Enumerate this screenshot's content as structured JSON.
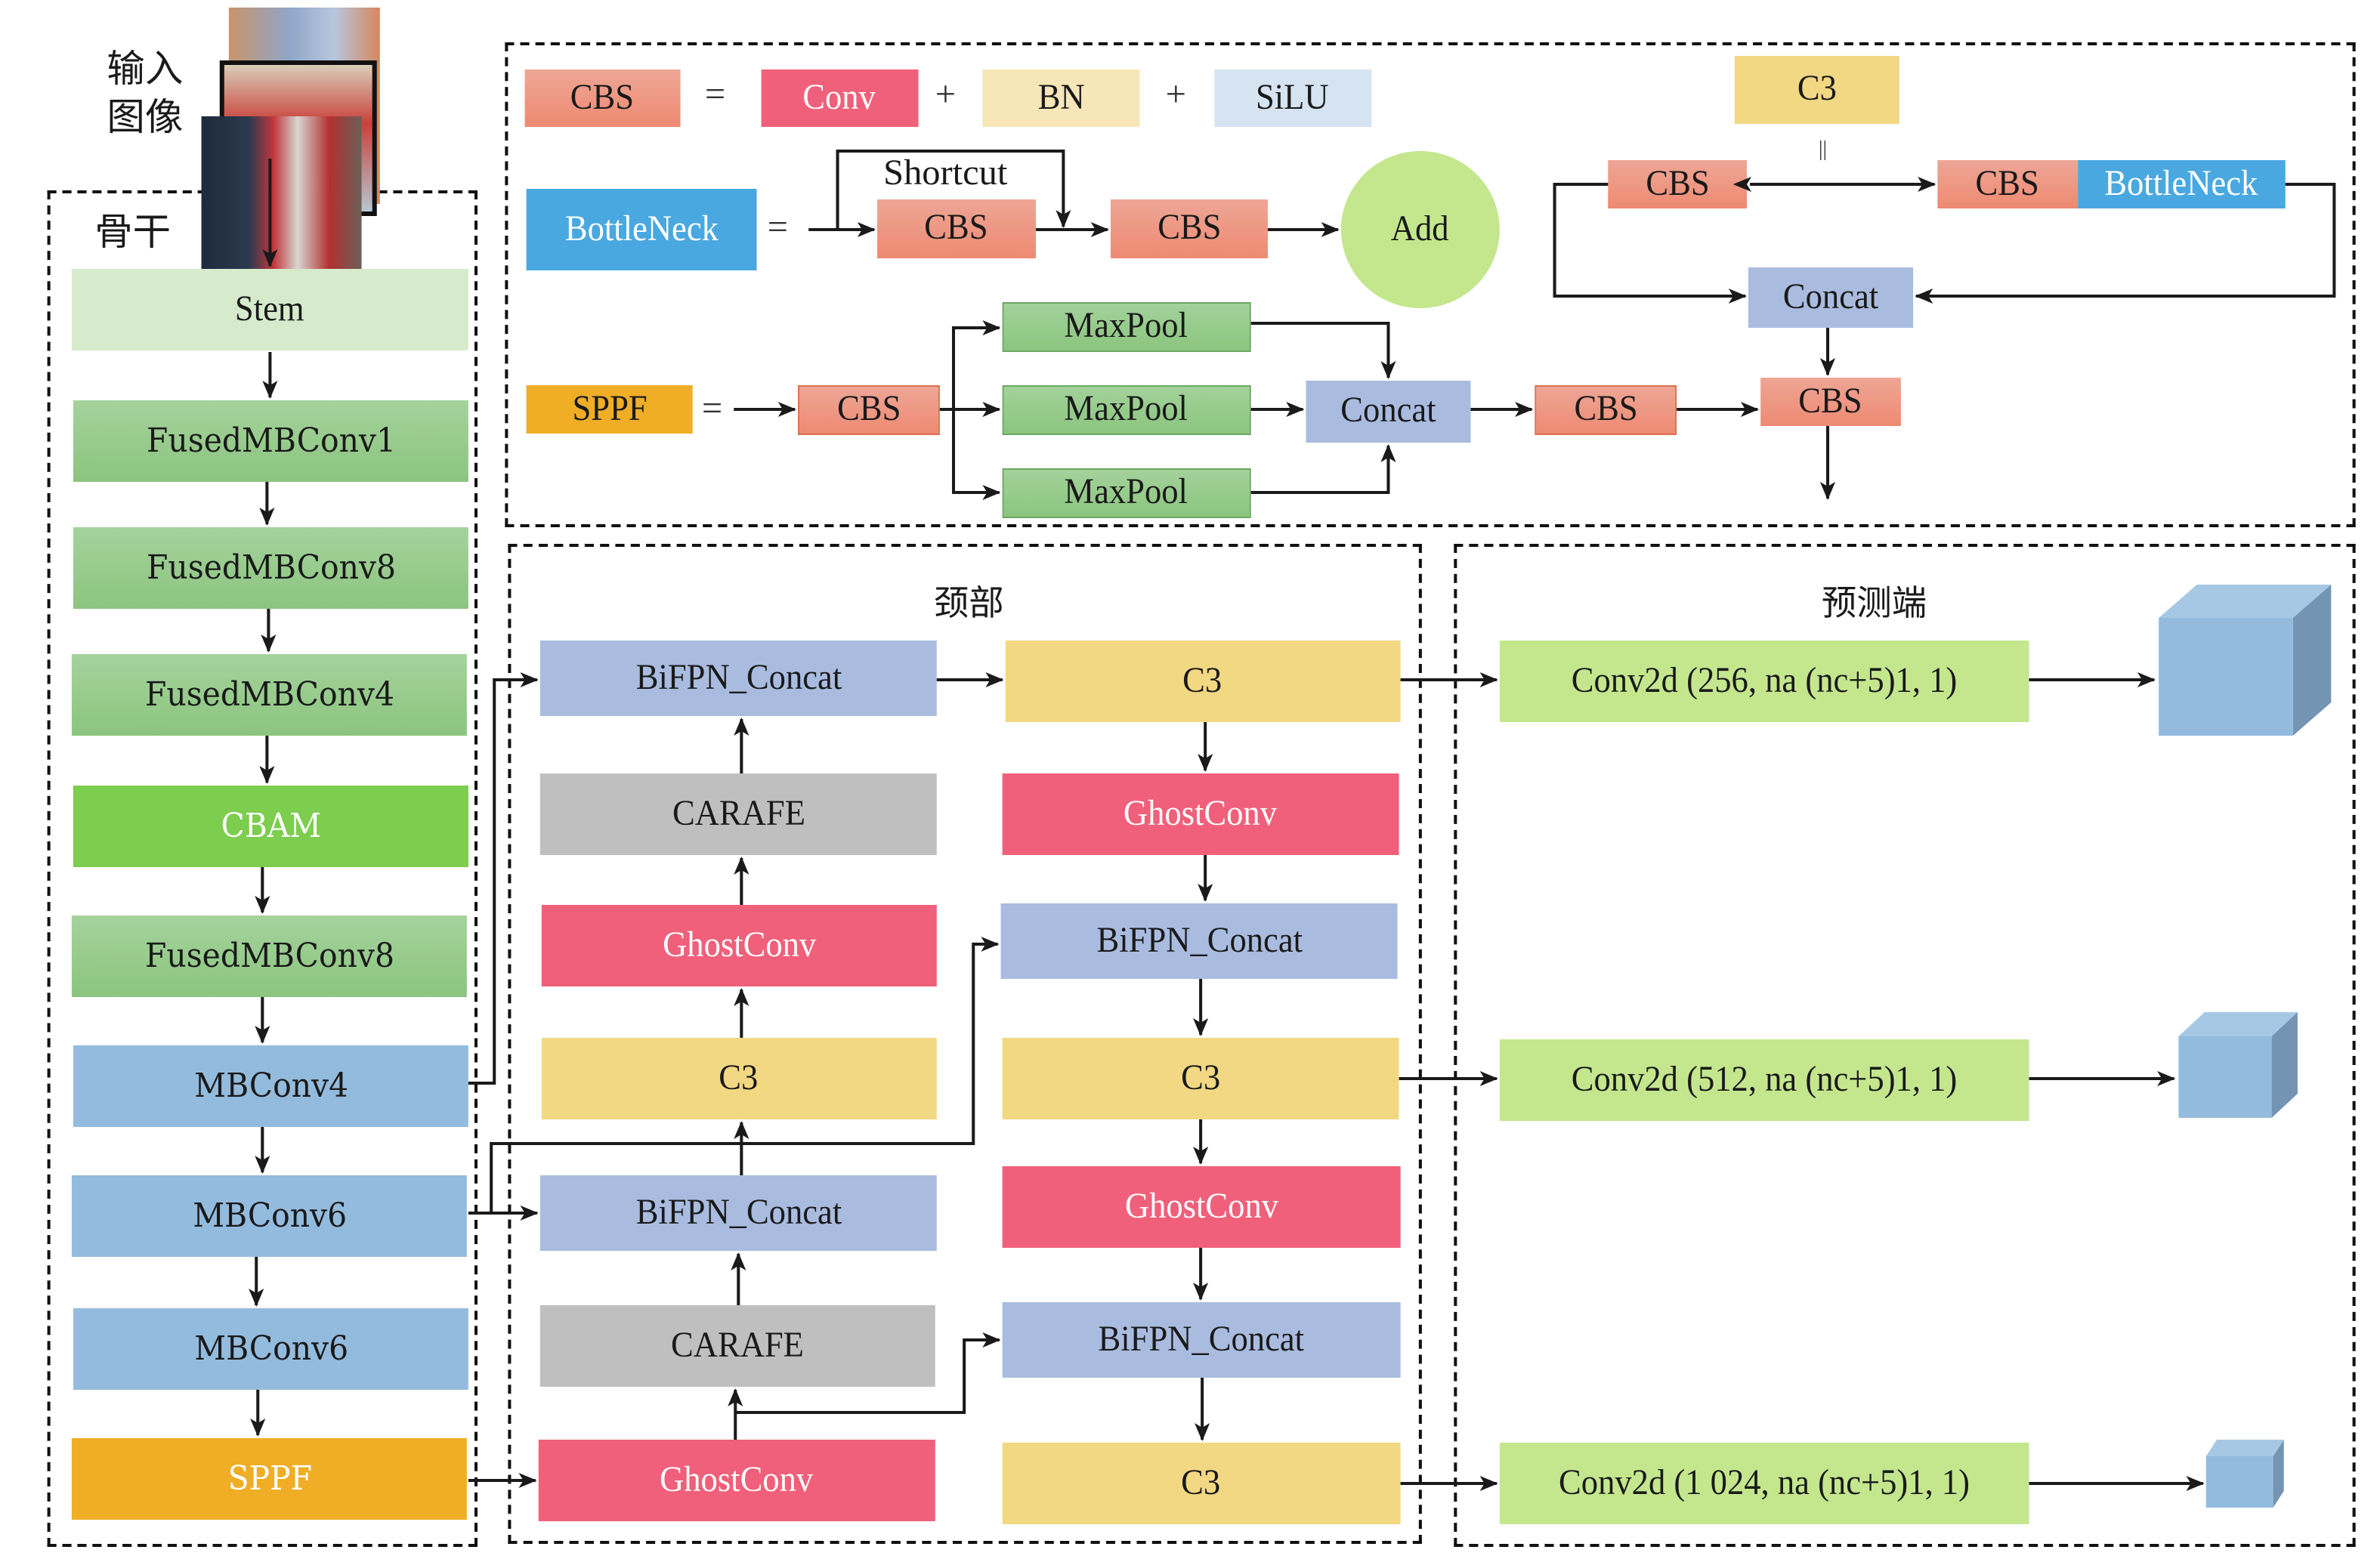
{
  "input": {
    "label_line1": "输入",
    "label_line2": "图像",
    "image": "input-photo-stack"
  },
  "backbone": {
    "title": "骨干",
    "blocks": [
      "Stem",
      "FusedMBConv1",
      "FusedMBConv8",
      "FusedMBConv4",
      "CBAM",
      "FusedMBConv8",
      "MBConv4",
      "MBConv6",
      "MBConv6",
      "SPPF"
    ]
  },
  "legend": {
    "cbs_def": {
      "lhs": "CBS",
      "eq": "=",
      "parts": [
        "Conv",
        "BN",
        "SiLU"
      ],
      "plus": "+"
    },
    "bottleneck_def": {
      "lhs": "BottleNeck",
      "eq": "=",
      "shortcut": "Shortcut",
      "cbs1": "CBS",
      "cbs2": "CBS",
      "add": "Add"
    },
    "sppf_def": {
      "lhs": "SPPF",
      "eq": "=",
      "cbs_in": "CBS",
      "maxpool": [
        "MaxPool",
        "MaxPool",
        "MaxPool"
      ],
      "concat": "Concat",
      "cbs_out": "CBS"
    },
    "c3_def": {
      "lhs": "C3",
      "eq": "||",
      "cbs_left": "CBS",
      "cbs_right": "CBS",
      "bottleneck": "BottleNeck",
      "concat": "Concat",
      "cbs_out": "CBS"
    }
  },
  "neck": {
    "title": "颈部",
    "left_column": [
      "BiFPN_Concat",
      "CARAFE",
      "GhostConv",
      "C3",
      "BiFPN_Concat",
      "CARAFE",
      "GhostConv"
    ],
    "right_column": [
      "C3",
      "GhostConv",
      "BiFPN_Concat",
      "C3",
      "GhostConv",
      "BiFPN_Concat",
      "C3"
    ]
  },
  "head": {
    "title": "预测端",
    "layers": [
      "Conv2d (256, na (nc+5)1, 1)",
      "Conv2d (512, na (nc+5)1, 1)",
      "Conv2d (1 024, na (nc+5)1, 1)"
    ],
    "outputs": [
      "output-tensor-large",
      "output-tensor-medium",
      "output-tensor-small"
    ]
  },
  "colors": {
    "cbs": "#ee9a84",
    "conv": "#f0607a",
    "bn": "#f7e6b8",
    "silu": "#d5e4f0",
    "bottleneck": "#4aa8e0",
    "c3": "#f3d883",
    "concat": "#a9bce0",
    "maxpool": "#97cb8b",
    "sppf": "#efae26",
    "stem": "#d6ebcc",
    "fused_mbconv": "#98cb8e",
    "cbam": "#7dcd4f",
    "mbconv": "#93bbde",
    "ghostconv": "#f0607a",
    "carafe": "#bfbfbf",
    "conv2d": "#c4e78e",
    "tensor": "#93bbde"
  }
}
